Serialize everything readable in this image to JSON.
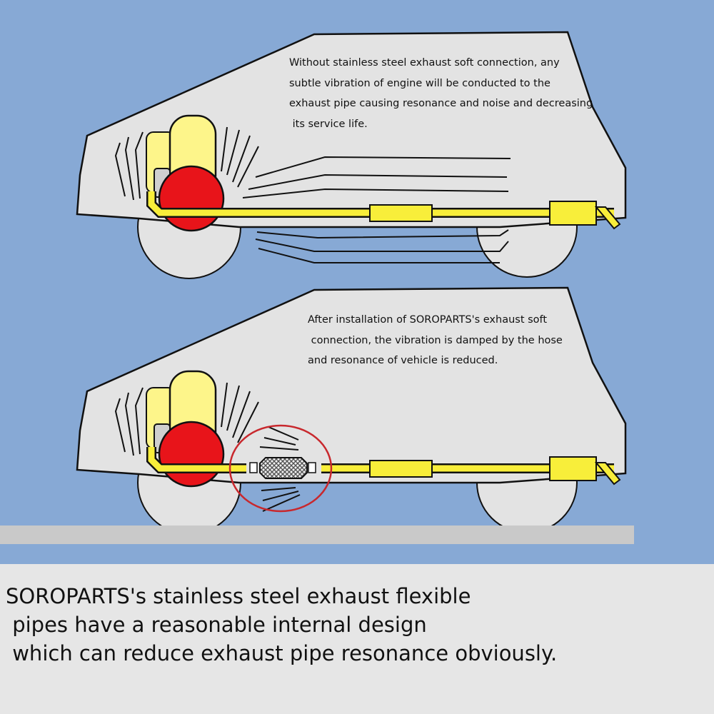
{
  "diagram_top": {
    "caption_lines": [
      "Without stainless steel exhaust soft connection, any",
      "subtle vibration of engine will be conducted to the",
      "exhaust pipe causing resonance and noise and decreasing",
      " its service life."
    ]
  },
  "diagram_bottom": {
    "caption_lines": [
      "After installation of SOROPARTS's exhaust soft",
      " connection, the vibration is damped by the hose",
      "and resonance of vehicle is reduced."
    ]
  },
  "footer": {
    "lines": [
      "SOROPARTS's stainless steel exhaust flexible",
      " pipes have a reasonable internal design",
      " which can reduce exhaust pipe resonance obviously."
    ]
  },
  "colors": {
    "background": "#87a9d5",
    "car_body": "#e3e3e3",
    "engine_yellow": "#fdf58a",
    "pipe_yellow": "#f8ee3a",
    "engine_red": "#e8141a",
    "highlight_circle": "#c8282d"
  }
}
